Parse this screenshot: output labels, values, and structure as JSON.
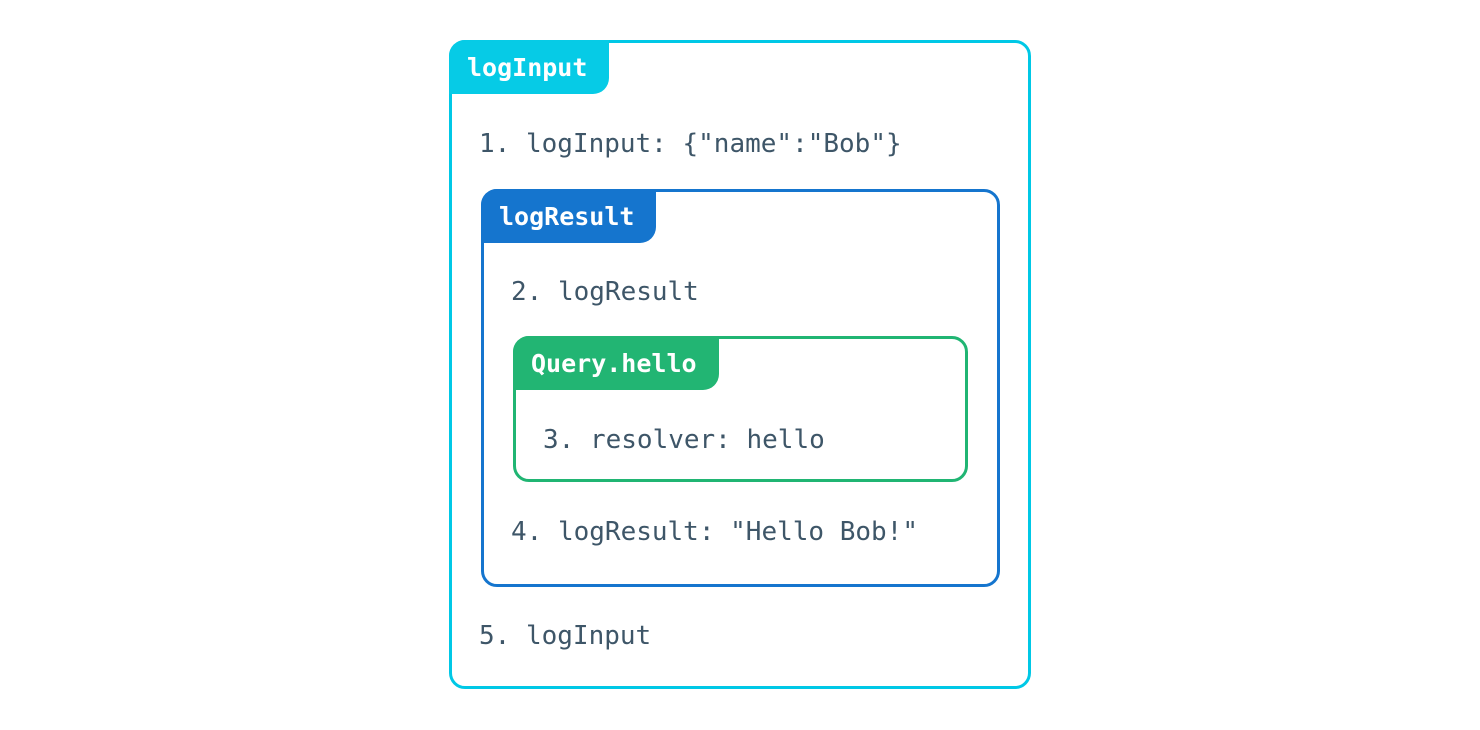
{
  "diagram": {
    "title": "logInput",
    "background": "#ffffff",
    "text_color": "#3e5668",
    "boxes": [
      {
        "id": "log-input",
        "label": "logInput",
        "accent": "#00c8e6",
        "label_bg": "#06cbe6",
        "level": 0
      },
      {
        "id": "log-result",
        "label": "logResult",
        "accent": "#1575ce",
        "label_bg": "#1575ce",
        "level": 1
      },
      {
        "id": "query-hello",
        "label": "Query.hello",
        "accent": "#20b573",
        "label_bg": "#22b573",
        "level": 2
      }
    ],
    "lines": [
      {
        "number": "1.",
        "text": "1. logInput: {\"name\":\"Bob\"}",
        "owner": "log-input"
      },
      {
        "number": "2.",
        "text": "2. logResult",
        "owner": "log-result"
      },
      {
        "number": "3.",
        "text": "3. resolver: hello",
        "owner": "query-hello"
      },
      {
        "number": "4.",
        "text": "4. logResult: \"Hello Bob!\"",
        "owner": "log-result"
      },
      {
        "number": "5.",
        "text": "5. logInput",
        "owner": "log-input"
      }
    ]
  }
}
